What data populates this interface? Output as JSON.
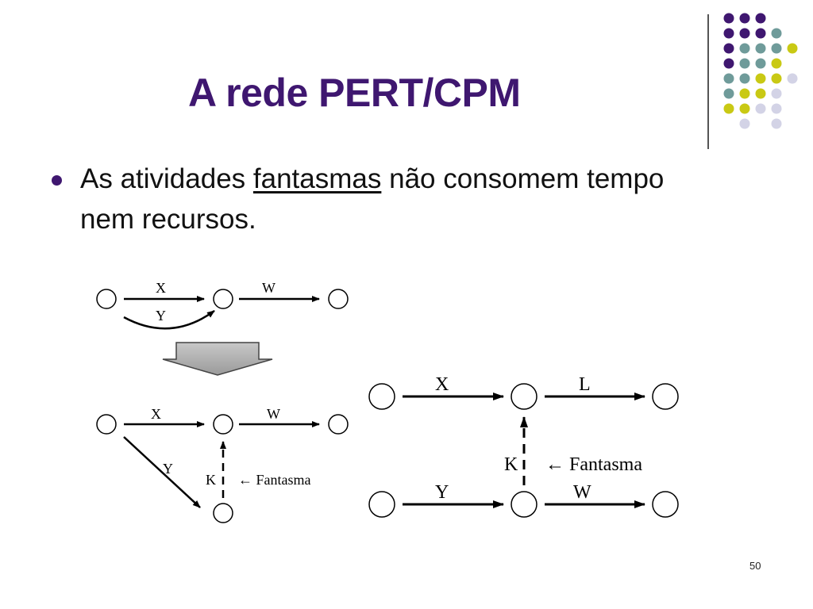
{
  "slide": {
    "title": "A rede PERT/CPM",
    "bullet": {
      "before": "As atividades ",
      "underlined": "fantasmas",
      "after": " não consomem tempo nem recursos."
    },
    "page_number": "50"
  },
  "colors": {
    "title": "#3f1770",
    "purple_dot": "#3f1770",
    "teal_dot": "#6f9b9a",
    "yellow_dot": "#c9c914",
    "lavender_dot": "#d3d3e6"
  },
  "diagram_top": {
    "activity_x": "X",
    "activity_y": "Y",
    "activity_w": "W"
  },
  "diagram_bottom_left": {
    "activity_x": "X",
    "activity_w": "W",
    "activity_y": "Y",
    "dummy_k": "K",
    "dummy_label": "← Fantasma"
  },
  "diagram_right": {
    "activity_x": "X",
    "activity_l": "L",
    "activity_y": "Y",
    "activity_w": "W",
    "dummy_k": "K",
    "dummy_label": "← Fantasma"
  }
}
